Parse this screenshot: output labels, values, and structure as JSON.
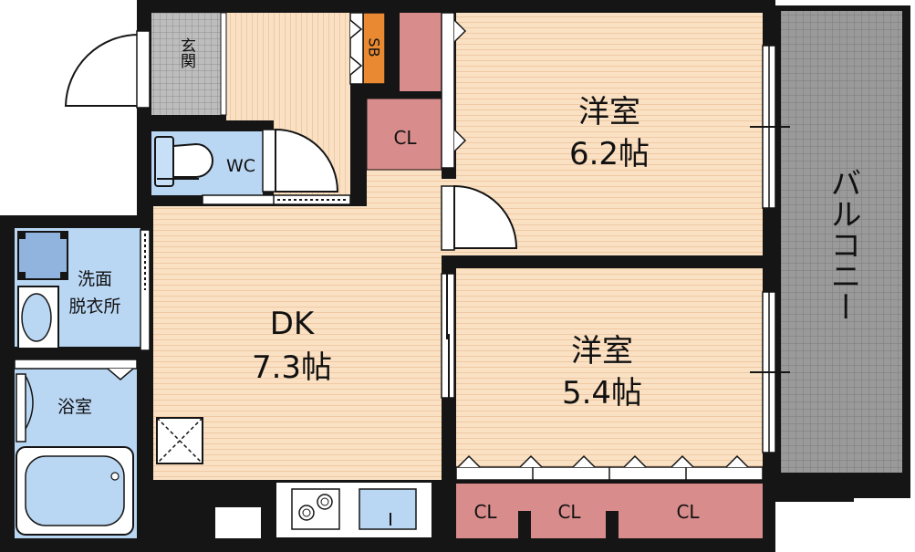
{
  "rooms": {
    "western1": {
      "name": "洋室",
      "size": "6.2帖"
    },
    "western2": {
      "name": "洋室",
      "size": "5.4帖"
    },
    "dk": {
      "name": "DK",
      "size": "7.3帖"
    },
    "entrance": "玄関",
    "wc": "WC",
    "washroom_line1": "洗面",
    "washroom_line2": "脱衣所",
    "bath": "浴室",
    "balcony": "バルコニー",
    "shoebox": "SB",
    "closet_top": "CL",
    "closets_bottom": [
      "CL",
      "CL",
      "CL"
    ]
  },
  "colors": {
    "wall": "#151515",
    "floor_wood": "#fbe1c4",
    "floor_stripe": "#efc9a3",
    "wet_area": "#b9d6f3",
    "closet": "#d98c8c",
    "shoebox": "#e98a33",
    "balcony": "#8f8f8f",
    "entrance_tile": "#b7b7b7"
  }
}
